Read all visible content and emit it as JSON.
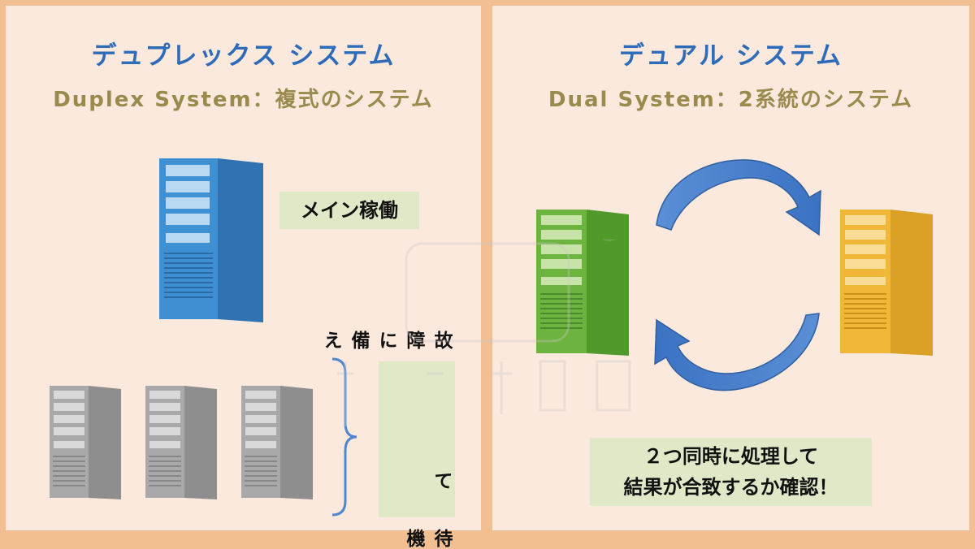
{
  "left": {
    "title": "デュプレックス システム",
    "subtitle": "Duplex System：複式のシステム",
    "main_label": "メイン稼働",
    "standby_label": "故障に備えて待機",
    "standby_col1": "故障に備え",
    "standby_col2": "て",
    "standby_col3": "待機"
  },
  "right": {
    "title": "デュアル システム",
    "subtitle": "Dual System：2系統のシステム",
    "note_line1": "２つ同時に処理して",
    "note_line2": "結果が合致するか確認！"
  },
  "colors": {
    "border": "#f2bf92",
    "panel": "#fbe9dd",
    "title": "#2e6bb9",
    "subtitle": "#9a8a4e",
    "label_bg": "#dfe9c7",
    "server_blue": "#3f8fd3",
    "server_gray": "#a9a9a9",
    "server_green": "#6db33f",
    "server_yellow": "#f0b739",
    "arrow": "#4f86cf"
  }
}
